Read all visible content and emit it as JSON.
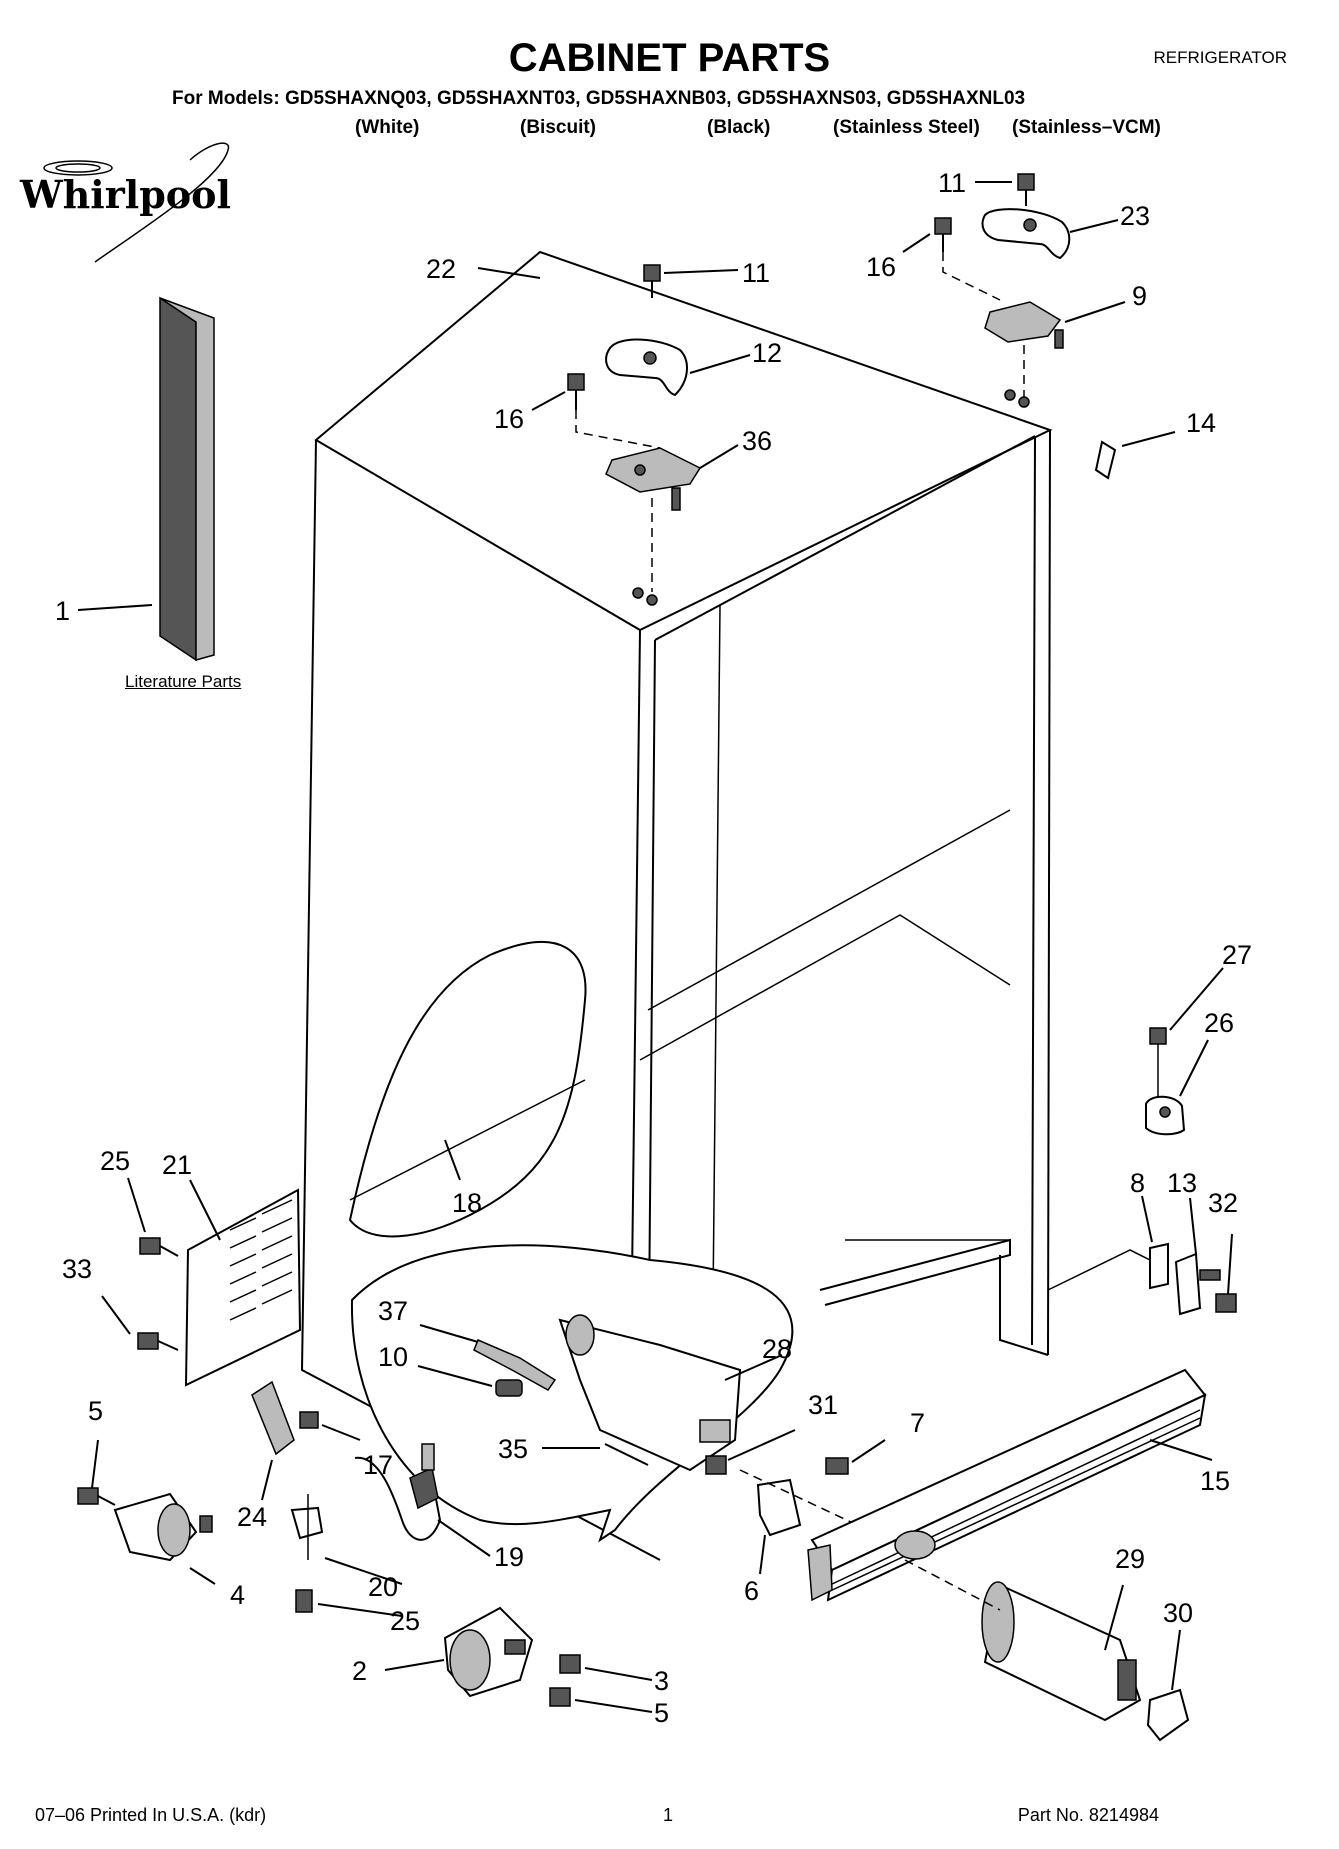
{
  "header": {
    "title": "CABINET PARTS",
    "category": "REFRIGERATOR",
    "models_line": "For Models: GD5SHAXNQ03, GD5SHAXNT03, GD5SHAXNB03, GD5SHAXNS03, GD5SHAXNL03",
    "finishes": [
      "(White)",
      "(Biscuit)",
      "(Black)",
      "(Stainless Steel)",
      "(Stainless–VCM)"
    ]
  },
  "brand": "Whirlpool",
  "literature_label": "Literature Parts",
  "callouts": [
    "22",
    "11",
    "12",
    "16",
    "36",
    "11",
    "23",
    "16",
    "9",
    "14",
    "1",
    "27",
    "26",
    "25",
    "21",
    "18",
    "8",
    "13",
    "32",
    "33",
    "37",
    "28",
    "10",
    "5",
    "31",
    "7",
    "17",
    "35",
    "15",
    "24",
    "19",
    "6",
    "4",
    "20",
    "29",
    "25",
    "30",
    "2",
    "3",
    "5"
  ],
  "footer": {
    "printed": "07–06 Printed In U.S.A. (kdr)",
    "page": "1",
    "part_no": "Part No. 8214984"
  }
}
